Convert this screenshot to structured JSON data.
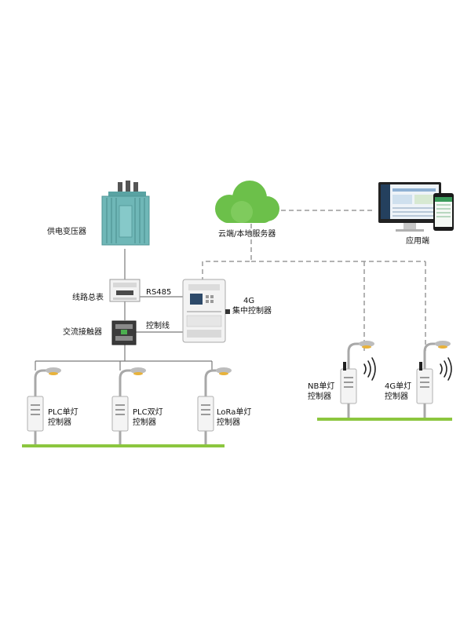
{
  "labels": {
    "transformer": "供电变压器",
    "cloud": "云端/本地服务器",
    "app": "应用端",
    "line_meter": "线路总表",
    "contactor": "交流接触器",
    "rs485": "RS485",
    "control_line": "控制线",
    "concentrator_line1": "4G",
    "concentrator_line2": "集中控制器",
    "plc_single_1": "PLC单灯",
    "plc_single_2": "控制器",
    "plc_double_1": "PLC双灯",
    "plc_double_2": "控制器",
    "lora_single_1": "LoRa单灯",
    "lora_single_2": "控制器",
    "nb_single_1": "NB单灯",
    "nb_single_2": "控制器",
    "g4_single_1": "4G单灯",
    "g4_single_2": "控制器"
  },
  "colors": {
    "ground": "#8cc63f",
    "cloud": "#6cc04a",
    "dashed": "#9a9a9a",
    "wire": "#7a7a7a",
    "transformer": "#6fb7b7",
    "pole": "#a8a8a8",
    "lamp_head": "#e8b23a"
  },
  "icons": [
    "transformer-icon",
    "cloud-icon",
    "monitor-icon",
    "phone-icon",
    "meter-icon",
    "contactor-icon",
    "concentrator-icon",
    "street-lamp-icon",
    "controller-icon",
    "wireless-signal-icon"
  ]
}
